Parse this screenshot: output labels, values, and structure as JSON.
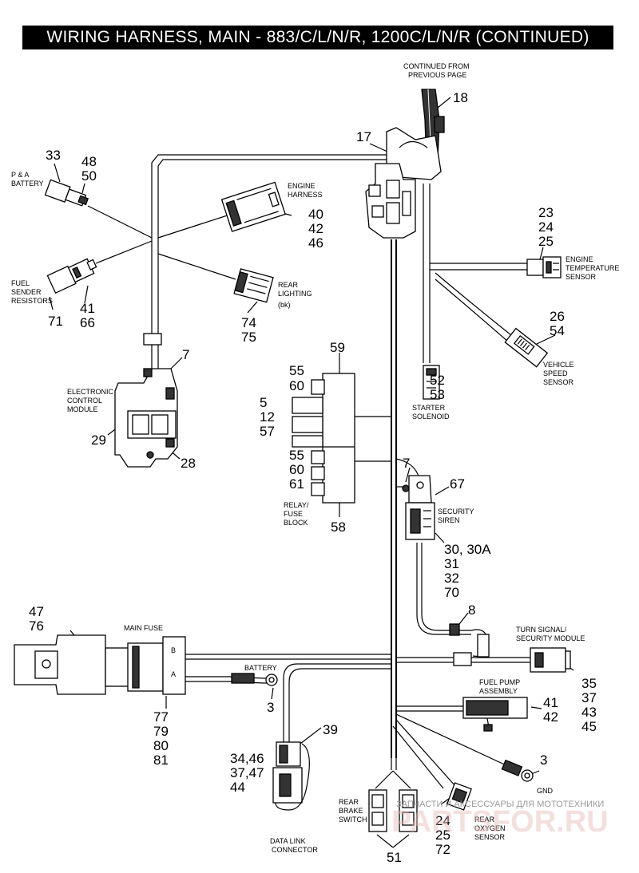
{
  "title": "WIRING HARNESS, MAIN - 883/C/L/N/R, 1200C/L/N/R (CONTINUED)",
  "labels": {
    "continued_l1": "CONTINUED FROM",
    "continued_l2": "PREVIOUS PAGE",
    "pa_l1": "P & A",
    "pa_l2": "BATTERY",
    "fuel_l1": "FUEL",
    "fuel_l2": "SENDER",
    "fuel_l3": "RESISTORS",
    "eng_harn_l1": "ENGINE",
    "eng_harn_l2": "HARNESS",
    "rear_l1": "REAR",
    "rear_l2": "LIGHTING",
    "rear_l3": "(bk)",
    "eng_temp_l1": "ENGINE",
    "eng_temp_l2": "TEMPERATURE",
    "eng_temp_l3": "SENSOR",
    "vss_l1": "VEHICLE",
    "vss_l2": "SPEED",
    "vss_l3": "SENSOR",
    "ecm_l1": "ELECTRONIC",
    "ecm_l2": "CONTROL",
    "ecm_l3": "MODULE",
    "starter_l1": "STARTER",
    "starter_l2": "SOLENOID",
    "relay_l1": "RELAY/",
    "relay_l2": "FUSE",
    "relay_l3": "BLOCK",
    "siren_l1": "SECURITY",
    "siren_l2": "SIREN",
    "main_fuse": "MAIN FUSE",
    "battery": "BATTERY",
    "turn_l1": "TURN SIGNAL/",
    "turn_l2": "SECURITY MODULE",
    "fuelpump_l1": "FUEL PUMP",
    "fuelpump_l2": "ASSEMBLY",
    "gnd": "GND",
    "rbs_l1": "REAR",
    "rbs_l2": "BRAKE",
    "rbs_l3": "SWITCH",
    "o2_l1": "REAR",
    "o2_l2": "OXYGEN",
    "o2_l3": "SENSOR",
    "dlc_l1": "DATA LINK",
    "dlc_l2": "CONNECTOR"
  },
  "callouts": {
    "n18": "18",
    "n17": "17",
    "n33": "33",
    "n48": "48",
    "n50": "50",
    "n40": "40",
    "n42a": "42",
    "n46a": "46",
    "n41a": "41",
    "n66": "66",
    "n71": "71",
    "n74": "74",
    "n75": "75",
    "n23": "23",
    "n24a": "24",
    "n25a": "25",
    "n26": "26",
    "n54": "54",
    "n7a": "7",
    "n29": "29",
    "n28": "28",
    "n59": "59",
    "n55a": "55",
    "n60a": "60",
    "n5": "5",
    "n12": "12",
    "n57": "57",
    "n55b": "55",
    "n60b": "60",
    "n61": "61",
    "n58": "58",
    "n52": "52",
    "n53": "53",
    "n7b": "7",
    "n67": "67",
    "n30": "30, 30A",
    "n31": "31",
    "n32": "32",
    "n70": "70",
    "n8": "8",
    "n47": "47",
    "n76": "76",
    "n77": "77",
    "n79": "79",
    "n80": "80",
    "n81": "81",
    "n3a": "3",
    "n35": "35",
    "n37": "37",
    "n43": "43",
    "n45": "45",
    "n41b": "41",
    "n42b": "42",
    "n39": "39",
    "n34": "34,46",
    "n37b": "37,47",
    "n44": "44",
    "n3b": "3",
    "n24b": "24",
    "n25b": "25",
    "n72": "72",
    "n51": "51"
  },
  "watermark": {
    "small": "ЗАПЧАСТИ И АКСЕССУАРЫ ДЛЯ МОТОТЕХНИКИ",
    "large": "PARTSFOR.RU"
  },
  "fuse_letters": {
    "b": "B",
    "a": "A"
  }
}
